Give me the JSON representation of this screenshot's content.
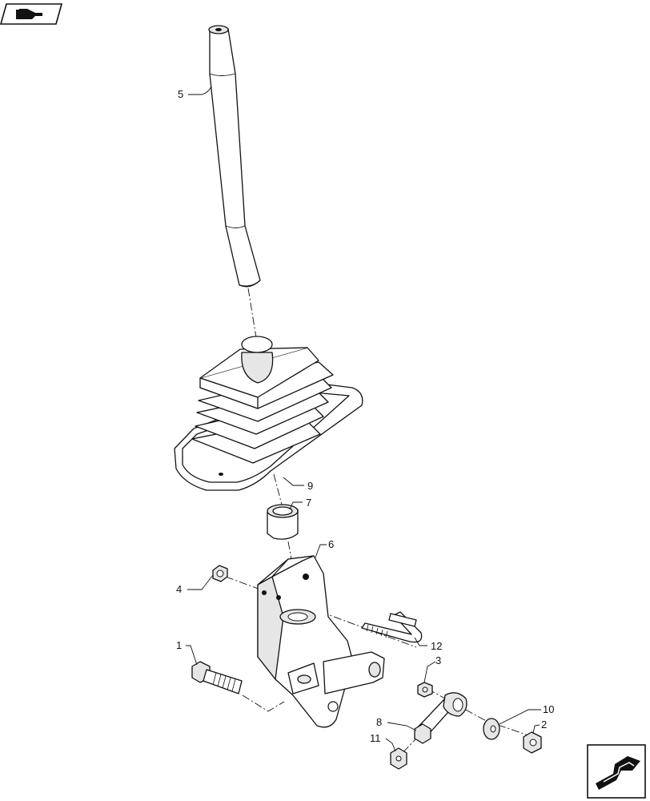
{
  "diagram": {
    "callouts": [
      {
        "id": "callout-1",
        "label": "1"
      },
      {
        "id": "callout-2",
        "label": "2"
      },
      {
        "id": "callout-3",
        "label": "3"
      },
      {
        "id": "callout-4",
        "label": "4"
      },
      {
        "id": "callout-5",
        "label": "5"
      },
      {
        "id": "callout-6",
        "label": "6"
      },
      {
        "id": "callout-7",
        "label": "7"
      },
      {
        "id": "callout-8",
        "label": "8"
      },
      {
        "id": "callout-9",
        "label": "9"
      },
      {
        "id": "callout-10",
        "label": "10"
      },
      {
        "id": "callout-11",
        "label": "11"
      },
      {
        "id": "callout-12",
        "label": "12"
      }
    ]
  },
  "icons": {
    "top_left": "hand-pointing-icon",
    "bottom_right": "forward-arrow-icon"
  }
}
